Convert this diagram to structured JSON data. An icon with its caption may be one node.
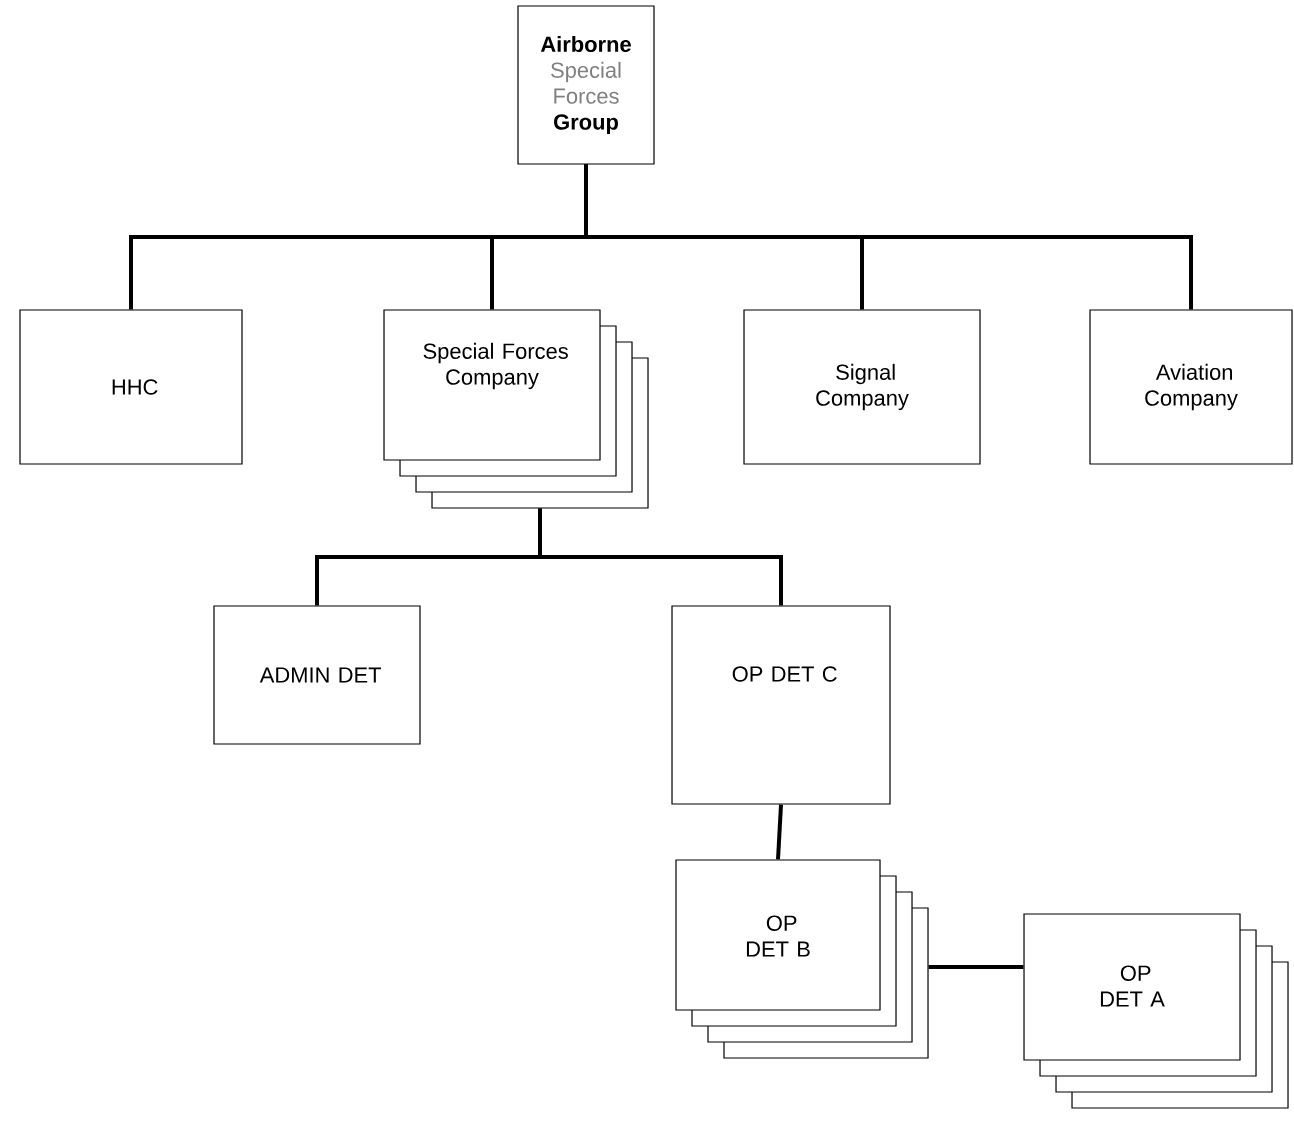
{
  "diagram": {
    "nodes": [
      {
        "text": [
          "Airborne",
          "Special Forces",
          "Group"
        ]
      },
      {
        "text": [
          "HHC"
        ]
      },
      {
        "text": [
          "Special Forces Company"
        ]
      },
      {
        "text": [
          "Signal Company"
        ]
      },
      {
        "text": [
          "Aviation Company"
        ]
      },
      {
        "text": [
          "ADMIN DET"
        ]
      },
      {
        "text": [
          "OP DET C"
        ]
      },
      {
        "text": [
          "OP DET B"
        ]
      },
      {
        "text": [
          "OP DET A"
        ]
      }
    ],
    "edges": [
      {
        "from": 0,
        "to": 1,
        "arrow": "none"
      },
      {
        "from": 0,
        "to": 2,
        "arrow": "none"
      },
      {
        "from": 0,
        "to": 3,
        "arrow": "none"
      },
      {
        "from": 0,
        "to": 4,
        "arrow": "none"
      },
      {
        "from": 2,
        "to": 5,
        "arrow": "none"
      },
      {
        "from": 2,
        "to": 6,
        "arrow": "none"
      },
      {
        "from": 6,
        "to": 7,
        "arrow": "none"
      },
      {
        "from": 7,
        "to": 8,
        "arrow": "none"
      }
    ]
  }
}
